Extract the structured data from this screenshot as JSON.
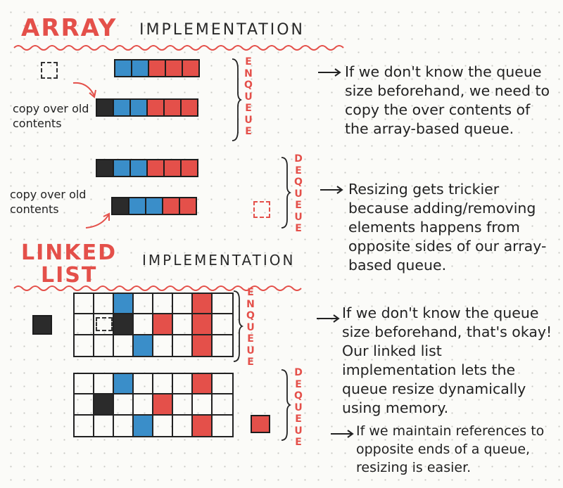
{
  "array_section": {
    "title": "ARRAY",
    "subtitle": "IMPLEMENTATION",
    "enqueue_label": "ENQUEUE",
    "dequeue_label": "DEQUEUE",
    "copy_label_1": "copy over old contents",
    "copy_label_2": "copy over old contents",
    "enqueue_note": "If we don't know the queue size beforehand, we need to copy the over contents of the array-based queue.",
    "dequeue_note": "Resizing gets trickier because adding/removing elements happens from opposite sides of our array-based queue."
  },
  "linked_section": {
    "title_line1": "LINKED",
    "title_line2": "LIST",
    "subtitle": "IMPLEMENTATION",
    "enqueue_label": "ENQUEUE",
    "dequeue_label": "DEQUEUE",
    "enqueue_note": "If we don't know the queue size beforehand, that's okay! Our linked list implementation lets the queue resize dynamically using memory.",
    "dequeue_note": "If we maintain references to opposite ends of a queue, resizing is easier."
  },
  "colors": {
    "accent_red": "#e4504a",
    "blue": "#3a8ec9",
    "black": "#2b2b2b"
  }
}
